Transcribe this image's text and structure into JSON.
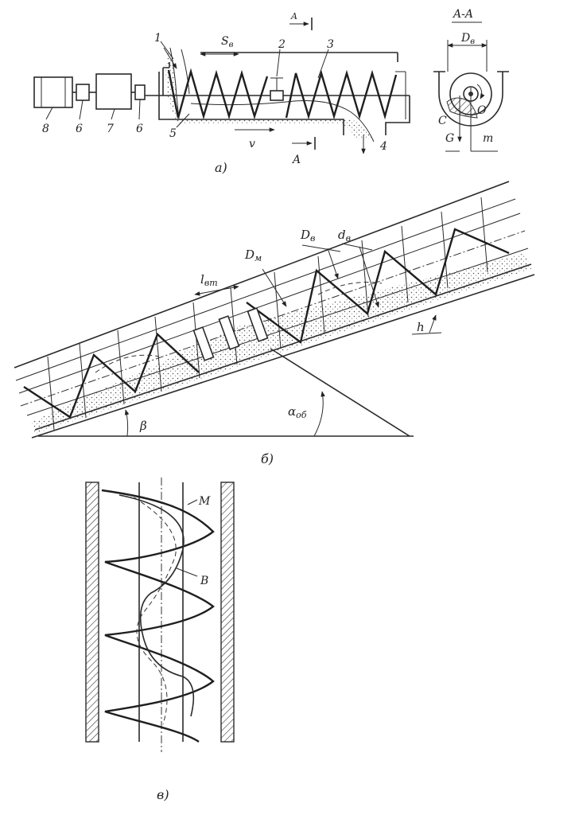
{
  "figure_a": {
    "label": "a)",
    "numbers": {
      "n1": "1",
      "n2": "2",
      "n3": "3",
      "n4": "4",
      "n5": "5",
      "n6_left": "6",
      "n6_right": "6",
      "n7": "7",
      "n8": "8"
    },
    "pitch_label": "S",
    "pitch_sub": "в",
    "velocity_label": "v",
    "section_mark_top": "A",
    "section_mark_bottom": "A",
    "section": {
      "title": "A-A",
      "diameter_label": "D",
      "diameter_sub": "в",
      "c_label": "C",
      "o_label": "O",
      "g_label": "G",
      "m_label": "m"
    }
  },
  "figure_b": {
    "label": "б)",
    "lbt_label": "l",
    "lbt_sub": "вт",
    "dm_label": "D",
    "dm_sub": "м",
    "dv_label": "D",
    "dv_sub": "в",
    "dv_small_label": "d",
    "dv_small_sub": "в",
    "h_label": "h",
    "beta_label": "β",
    "alpha_label": "α",
    "alpha_sub": "об"
  },
  "figure_c": {
    "label": "в)",
    "m_label": "M",
    "b_label": "B"
  }
}
